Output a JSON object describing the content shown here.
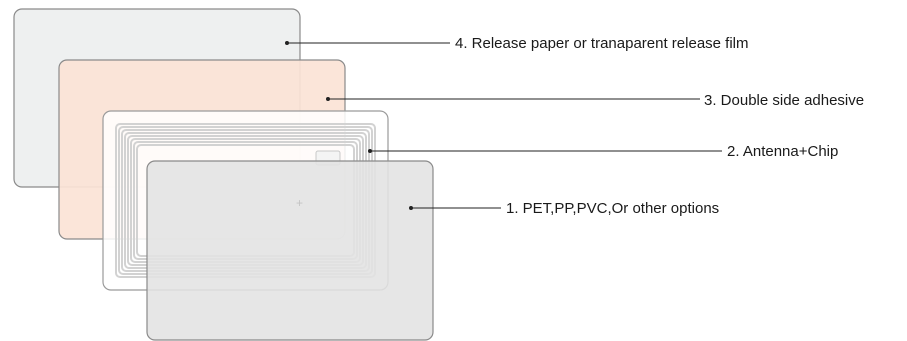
{
  "layers": [
    {
      "number": "4",
      "label": "4. Release paper or tranaparent release film",
      "fill": "#eef0f0",
      "stroke": "#8a8a8a"
    },
    {
      "number": "3",
      "label": "3. Double side adhesive",
      "fill": "#fbe3d6",
      "stroke": "#8a8a8a"
    },
    {
      "number": "2",
      "label": "2. Antenna+Chip",
      "fill": "#ffffff",
      "stroke": "#9a9a9a"
    },
    {
      "number": "1",
      "label": "1. PET,PP,PVC,Or other options",
      "fill": "#e2e3e3",
      "stroke": "#8a8a8a"
    }
  ],
  "colors": {
    "antenna_trace": "#d2d2d2",
    "leader_line": "#222222",
    "text": "#1a1a1a"
  }
}
